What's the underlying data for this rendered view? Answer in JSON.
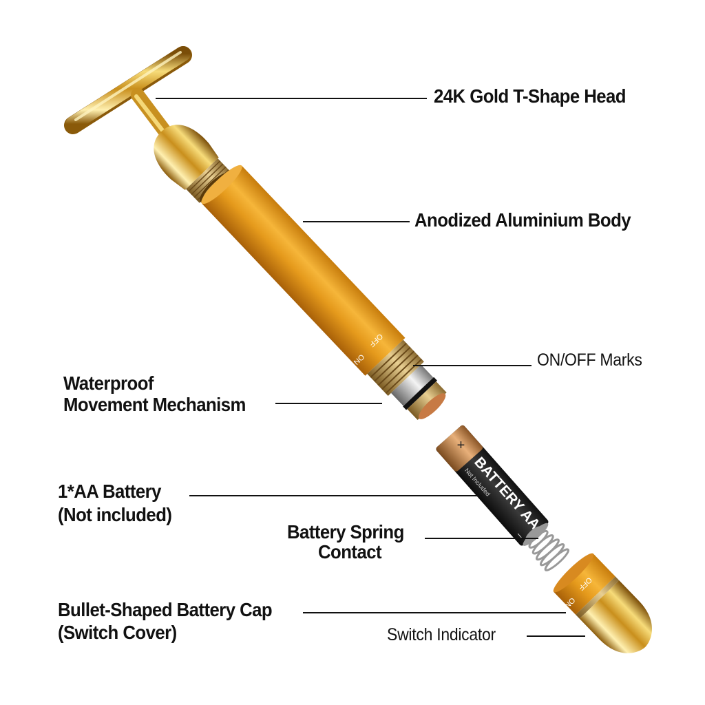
{
  "labels": {
    "head": "24K Gold T-Shape Head",
    "body": "Anodized Aluminium Body",
    "marks": "ON/OFF Marks",
    "mechanism_1": "Waterproof",
    "mechanism_2": "Movement Mechanism",
    "battery_1": "1*AA Battery",
    "battery_2": "(Not included)",
    "spring_1": "Battery Spring",
    "spring_2": "Contact",
    "cap_1": "Bullet-Shaped Battery Cap",
    "cap_2": "(Switch Cover)",
    "indicator": "Switch Indicator"
  },
  "product_text": {
    "battery_brand": "BATTERY AA",
    "battery_note": "Not Included",
    "battery_plus": "+",
    "battery_minus": "–",
    "body_on": "ON",
    "body_off": "OFF",
    "cap_on": "ON",
    "cap_off": "OFF"
  },
  "colors": {
    "gold": "#d9a520",
    "anodized": "#e9a323",
    "battery": "#222222",
    "copper": "#c98a4c",
    "leader": "#111111"
  }
}
